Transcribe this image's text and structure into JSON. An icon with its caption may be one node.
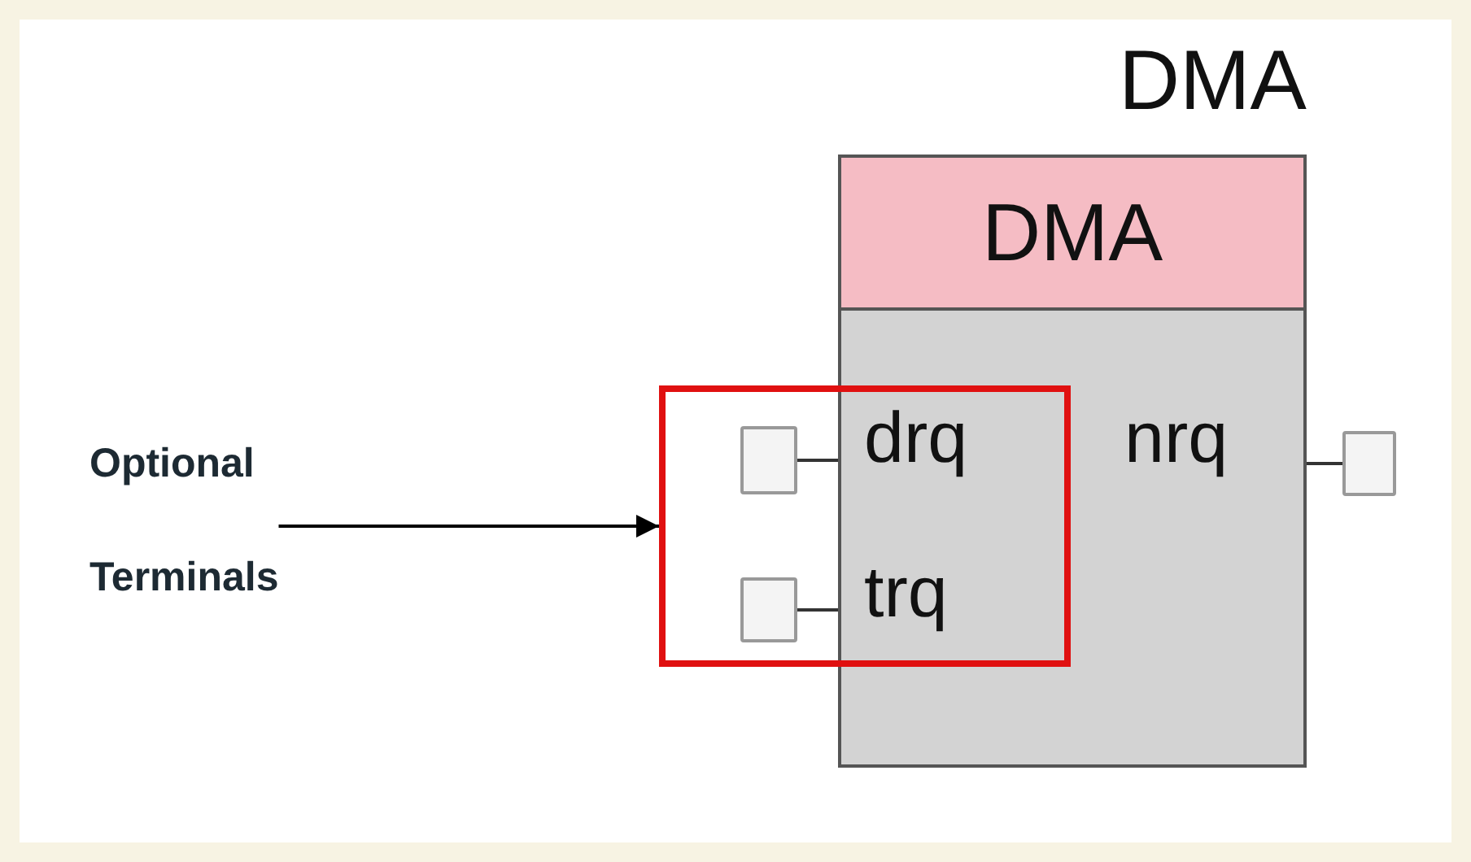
{
  "diagram": {
    "nodes": [
      {
        "text": [
          "DMA",
          "DMA"
        ]
      },
      {
        "text": [],
        "shape": "box",
        "in": 3
      },
      {
        "text": [],
        "shape": "box",
        "in": 3
      },
      {
        "text": [],
        "shape": "box"
      },
      {
        "text": [],
        "shape": "box"
      },
      {
        "text": [
          "Optional Terminals"
        ]
      }
    ],
    "edges": [
      {
        "from": 1,
        "to": 0,
        "arrow": "none",
        "color": "#333333"
      },
      {
        "from": 2,
        "to": 0,
        "arrow": "none",
        "color": "#333333"
      },
      {
        "from": 0,
        "to": 4,
        "arrow": "none",
        "color": "#333333"
      },
      {
        "from": 5,
        "to": 3,
        "arrow": "to"
      }
    ],
    "labels": [
      "drq",
      "nrq",
      "trq"
    ]
  }
}
